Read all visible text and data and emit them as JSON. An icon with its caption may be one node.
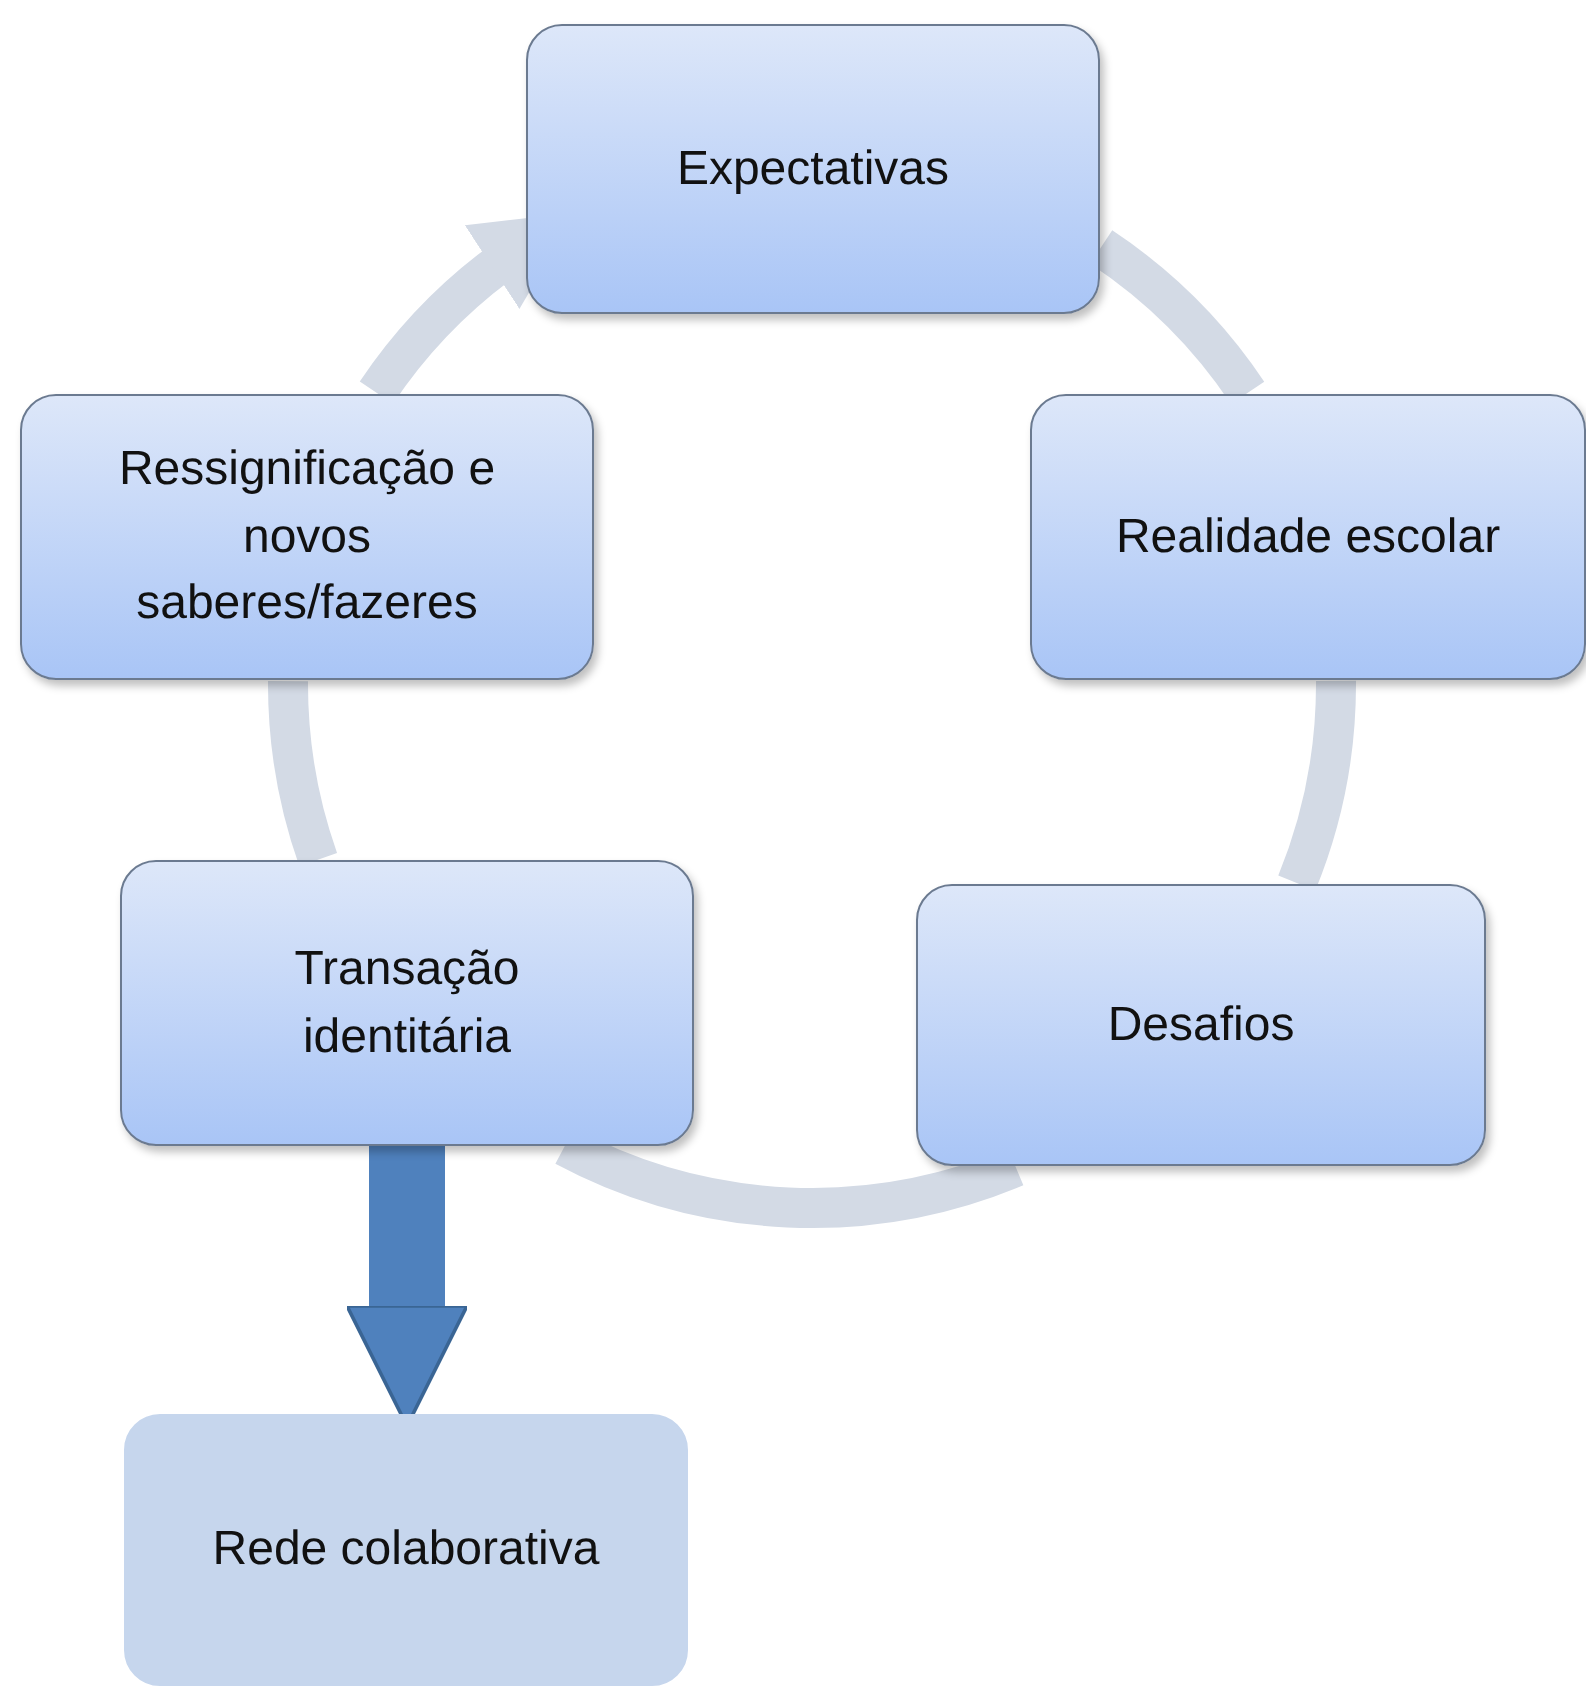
{
  "diagram": {
    "nodes": [
      {
        "text": [
          "Expectativas"
        ]
      },
      {
        "text": [
          "Realidade escolar"
        ]
      },
      {
        "text": [
          "Desafios"
        ]
      },
      {
        "text": [
          "Transação identitária"
        ]
      },
      {
        "text": [
          "Ressignificação e novos saberes/fazeres"
        ]
      },
      {
        "text": [
          "Rede colaborativa"
        ]
      }
    ],
    "edges": [
      {
        "from": 0,
        "to": 1,
        "arrow": "none"
      },
      {
        "from": 1,
        "to": 2,
        "arrow": "none"
      },
      {
        "from": 2,
        "to": 3,
        "arrow": "none"
      },
      {
        "from": 3,
        "to": 4,
        "arrow": "none"
      },
      {
        "from": 4,
        "to": 0,
        "arrow": "to"
      },
      {
        "from": 3,
        "to": 5,
        "arrow": "to",
        "style": "thick",
        "color": "#4f81bd"
      }
    ]
  }
}
